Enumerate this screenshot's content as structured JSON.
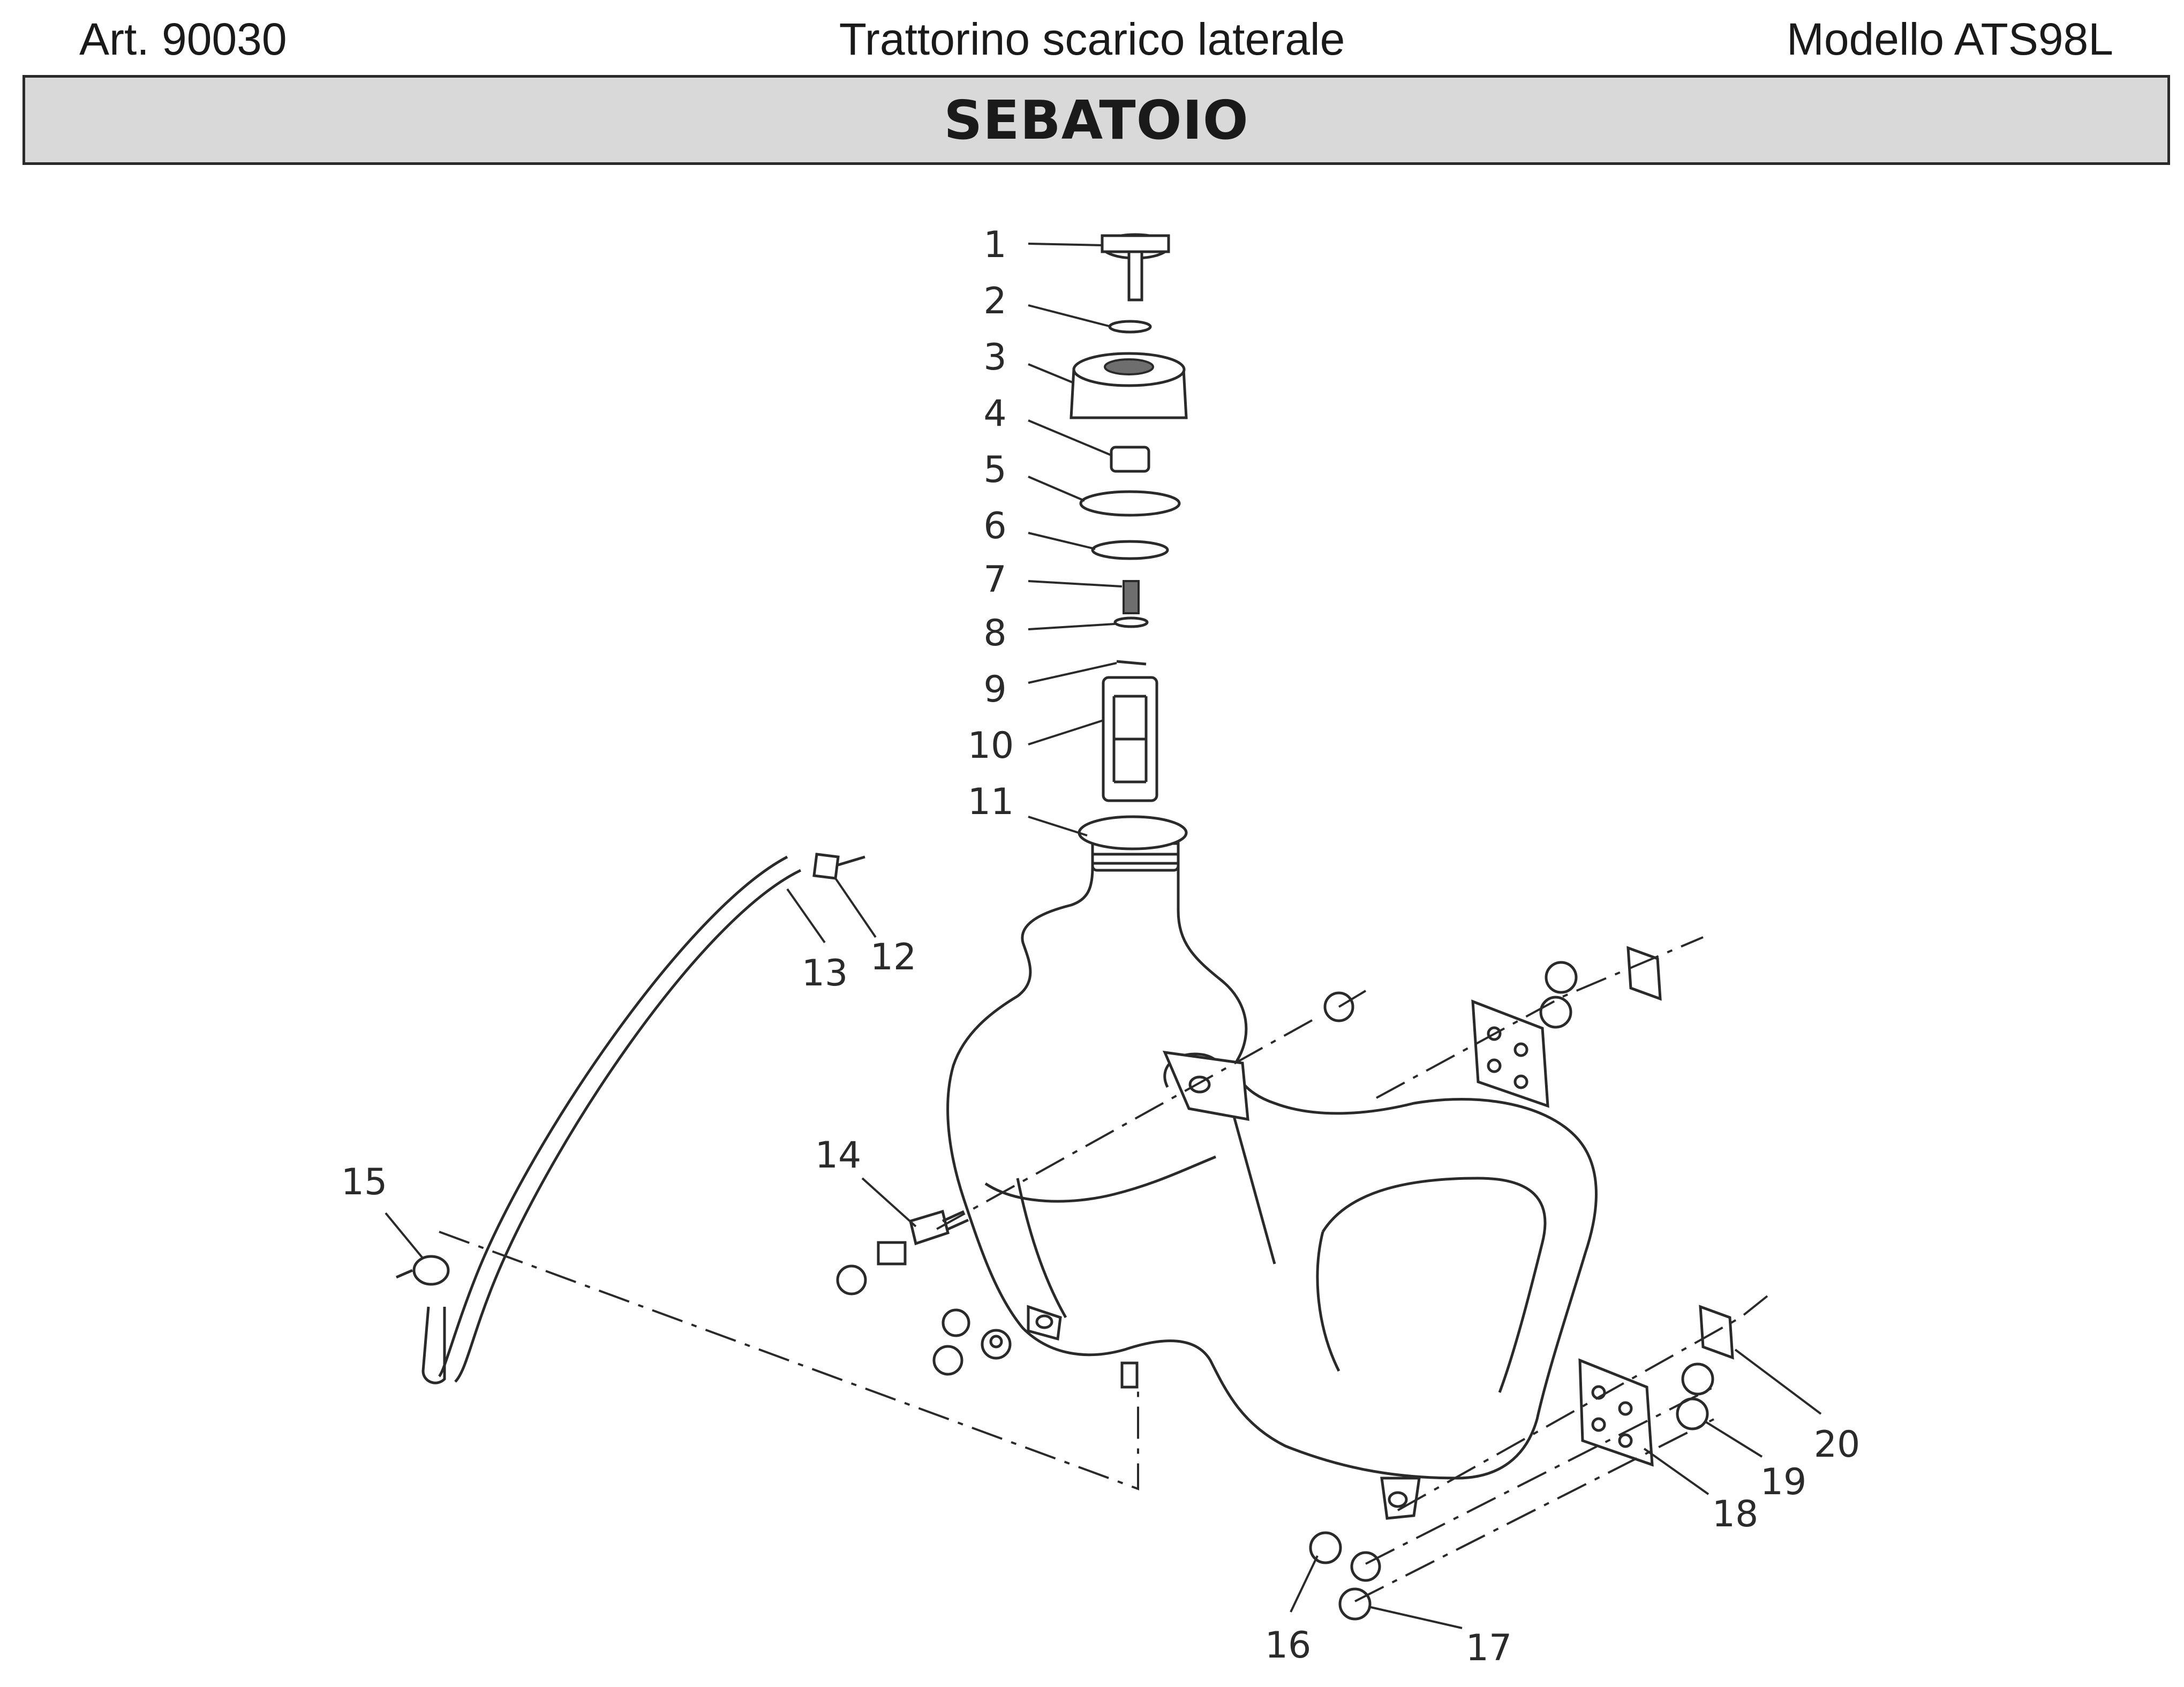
{
  "header": {
    "article": "Art. 90030",
    "description": "Trattorino scarico laterale",
    "model": "Modello ATS98L"
  },
  "banner": {
    "title": "SEBATOIO"
  },
  "callouts": [
    "1",
    "2",
    "3",
    "4",
    "5",
    "6",
    "7",
    "8",
    "9",
    "10",
    "11",
    "12",
    "13",
    "14",
    "15",
    "16",
    "17",
    "18",
    "19",
    "20"
  ]
}
